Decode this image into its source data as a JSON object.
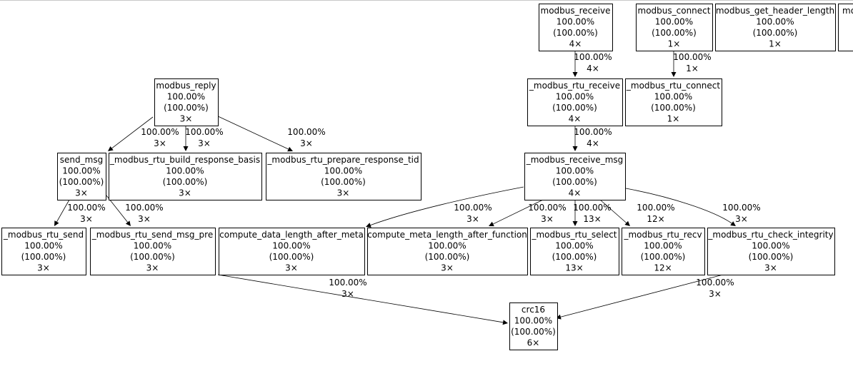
{
  "nodes": [
    {
      "id": "modbus_reply",
      "name": "modbus_reply",
      "pct": "100.00%",
      "pct2": "(100.00%)",
      "calls": "3×"
    },
    {
      "id": "send_msg",
      "name": "send_msg",
      "pct": "100.00%",
      "pct2": "(100.00%)",
      "calls": "3×"
    },
    {
      "id": "build_response_basis",
      "name": "_modbus_rtu_build_response_basis",
      "pct": "100.00%",
      "pct2": "(100.00%)",
      "calls": "3×"
    },
    {
      "id": "prepare_response_tid",
      "name": "_modbus_rtu_prepare_response_tid",
      "pct": "100.00%",
      "pct2": "(100.00%)",
      "calls": "3×"
    },
    {
      "id": "rtu_send",
      "name": "_modbus_rtu_send",
      "pct": "100.00%",
      "pct2": "(100.00%)",
      "calls": "3×"
    },
    {
      "id": "send_msg_pre",
      "name": "_modbus_rtu_send_msg_pre",
      "pct": "100.00%",
      "pct2": "(100.00%)",
      "calls": "3×"
    },
    {
      "id": "modbus_receive",
      "name": "modbus_receive",
      "pct": "100.00%",
      "pct2": "(100.00%)",
      "calls": "4×"
    },
    {
      "id": "modbus_connect",
      "name": "modbus_connect",
      "pct": "100.00%",
      "pct2": "(100.00%)",
      "calls": "1×"
    },
    {
      "id": "get_header_length",
      "name": "modbus_get_header_length",
      "pct": "100.00%",
      "pct2": "(100.00%)",
      "calls": "1×"
    },
    {
      "id": "rtu_receive",
      "name": "_modbus_rtu_receive",
      "pct": "100.00%",
      "pct2": "(100.00%)",
      "calls": "4×"
    },
    {
      "id": "rtu_connect",
      "name": "_modbus_rtu_connect",
      "pct": "100.00%",
      "pct2": "(100.00%)",
      "calls": "1×"
    },
    {
      "id": "receive_msg",
      "name": "_modbus_receive_msg",
      "pct": "100.00%",
      "pct2": "(100.00%)",
      "calls": "4×"
    },
    {
      "id": "data_length",
      "name": "compute_data_length_after_meta",
      "pct": "100.00%",
      "pct2": "(100.00%)",
      "calls": "3×"
    },
    {
      "id": "meta_length",
      "name": "compute_meta_length_after_function",
      "pct": "100.00%",
      "pct2": "(100.00%)",
      "calls": "3×"
    },
    {
      "id": "rtu_select",
      "name": "_modbus_rtu_select",
      "pct": "100.00%",
      "pct2": "(100.00%)",
      "calls": "13×"
    },
    {
      "id": "rtu_recv",
      "name": "_modbus_rtu_recv",
      "pct": "100.00%",
      "pct2": "(100.00%)",
      "calls": "12×"
    },
    {
      "id": "check_integrity",
      "name": "_modbus_rtu_check_integrity",
      "pct": "100.00%",
      "pct2": "(100.00%)",
      "calls": "3×"
    },
    {
      "id": "crc16",
      "name": "crc16",
      "pct": "100.00%",
      "pct2": "(100.00%)",
      "calls": "6×"
    },
    {
      "id": "partial",
      "name": "mo",
      "pct": "",
      "pct2": "",
      "calls": ""
    }
  ],
  "edges": [
    {
      "from": "modbus_reply",
      "to": "send_msg",
      "pct": "100.00%",
      "calls": "3×"
    },
    {
      "from": "modbus_reply",
      "to": "build_response_basis",
      "pct": "100.00%",
      "calls": "3×"
    },
    {
      "from": "modbus_reply",
      "to": "prepare_response_tid",
      "pct": "100.00%",
      "calls": "3×"
    },
    {
      "from": "send_msg",
      "to": "rtu_send",
      "pct": "100.00%",
      "calls": "3×"
    },
    {
      "from": "send_msg",
      "to": "send_msg_pre",
      "pct": "100.00%",
      "calls": "3×"
    },
    {
      "from": "modbus_receive",
      "to": "rtu_receive",
      "pct": "100.00%",
      "calls": "4×"
    },
    {
      "from": "modbus_connect",
      "to": "rtu_connect",
      "pct": "100.00%",
      "calls": "1×"
    },
    {
      "from": "rtu_receive",
      "to": "receive_msg",
      "pct": "100.00%",
      "calls": "4×"
    },
    {
      "from": "receive_msg",
      "to": "data_length",
      "pct": "100.00%",
      "calls": "3×"
    },
    {
      "from": "receive_msg",
      "to": "meta_length",
      "pct": "100.00%",
      "calls": "3×"
    },
    {
      "from": "receive_msg",
      "to": "rtu_select",
      "pct": "100.00%",
      "calls": "13×"
    },
    {
      "from": "receive_msg",
      "to": "rtu_recv",
      "pct": "100.00%",
      "calls": "12×"
    },
    {
      "from": "receive_msg",
      "to": "check_integrity",
      "pct": "100.00%",
      "calls": "3×"
    },
    {
      "from": "send_msg_pre",
      "to": "crc16",
      "pct": "100.00%",
      "calls": "3×"
    },
    {
      "from": "check_integrity",
      "to": "crc16",
      "pct": "100.00%",
      "calls": "3×"
    }
  ]
}
